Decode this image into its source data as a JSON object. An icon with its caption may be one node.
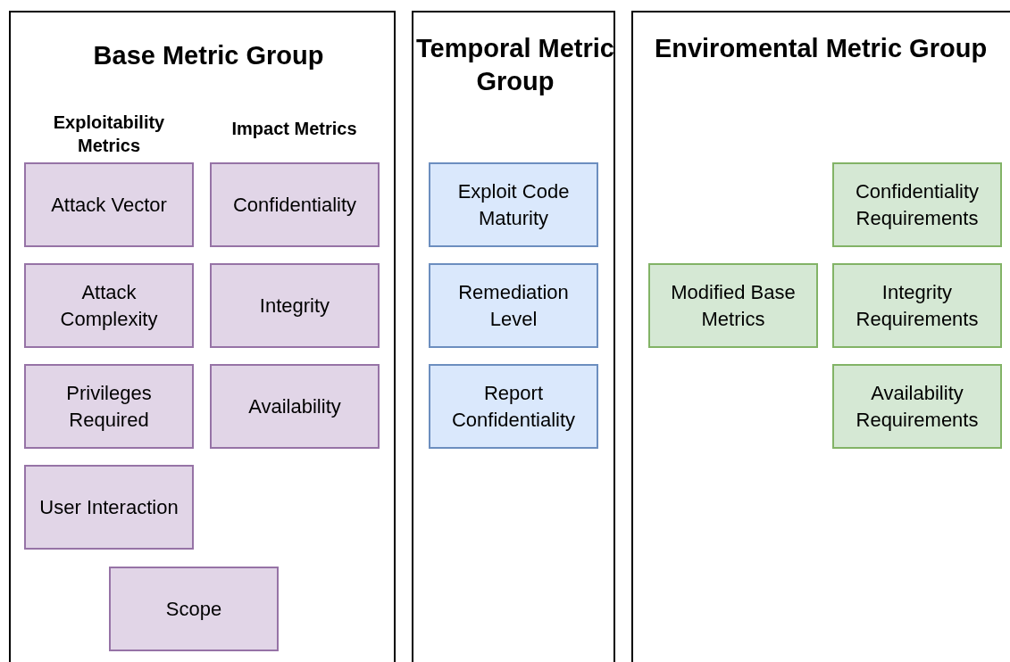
{
  "diagram": {
    "nodes": [
      {
        "text": [
          "Base Metric Group",
          "Exploitability Metrics",
          "Impact Metrics"
        ]
      },
      {
        "text": [
          "Attack Vector"
        ],
        "in": 0
      },
      {
        "text": [
          "Confidentiality"
        ],
        "in": 0
      },
      {
        "text": [
          "Attack Complexity"
        ],
        "in": 0
      },
      {
        "text": [
          "Integrity"
        ],
        "in": 0
      },
      {
        "text": [
          "Privileges Required"
        ],
        "in": 0
      },
      {
        "text": [
          "Availability"
        ],
        "in": 0
      },
      {
        "text": [
          "User Interaction"
        ],
        "in": 0
      },
      {
        "text": [
          "Scope"
        ],
        "in": 0
      },
      {
        "text": [
          "Temporal Metric Group"
        ]
      },
      {
        "text": [
          "Exploit Code Maturity"
        ],
        "in": 9
      },
      {
        "text": [
          "Remediation Level"
        ],
        "in": 9
      },
      {
        "text": [
          "Report Confidentiality"
        ],
        "in": 9
      },
      {
        "text": [
          "Enviromental Metric Group"
        ]
      },
      {
        "text": [
          "Confidentiality Requirements"
        ],
        "in": 13
      },
      {
        "text": [
          "Modified Base Metrics"
        ],
        "in": 13
      },
      {
        "text": [
          "Integrity Requirements"
        ],
        "in": 13
      },
      {
        "text": [
          "Availability Requirements"
        ],
        "in": 13
      }
    ]
  }
}
